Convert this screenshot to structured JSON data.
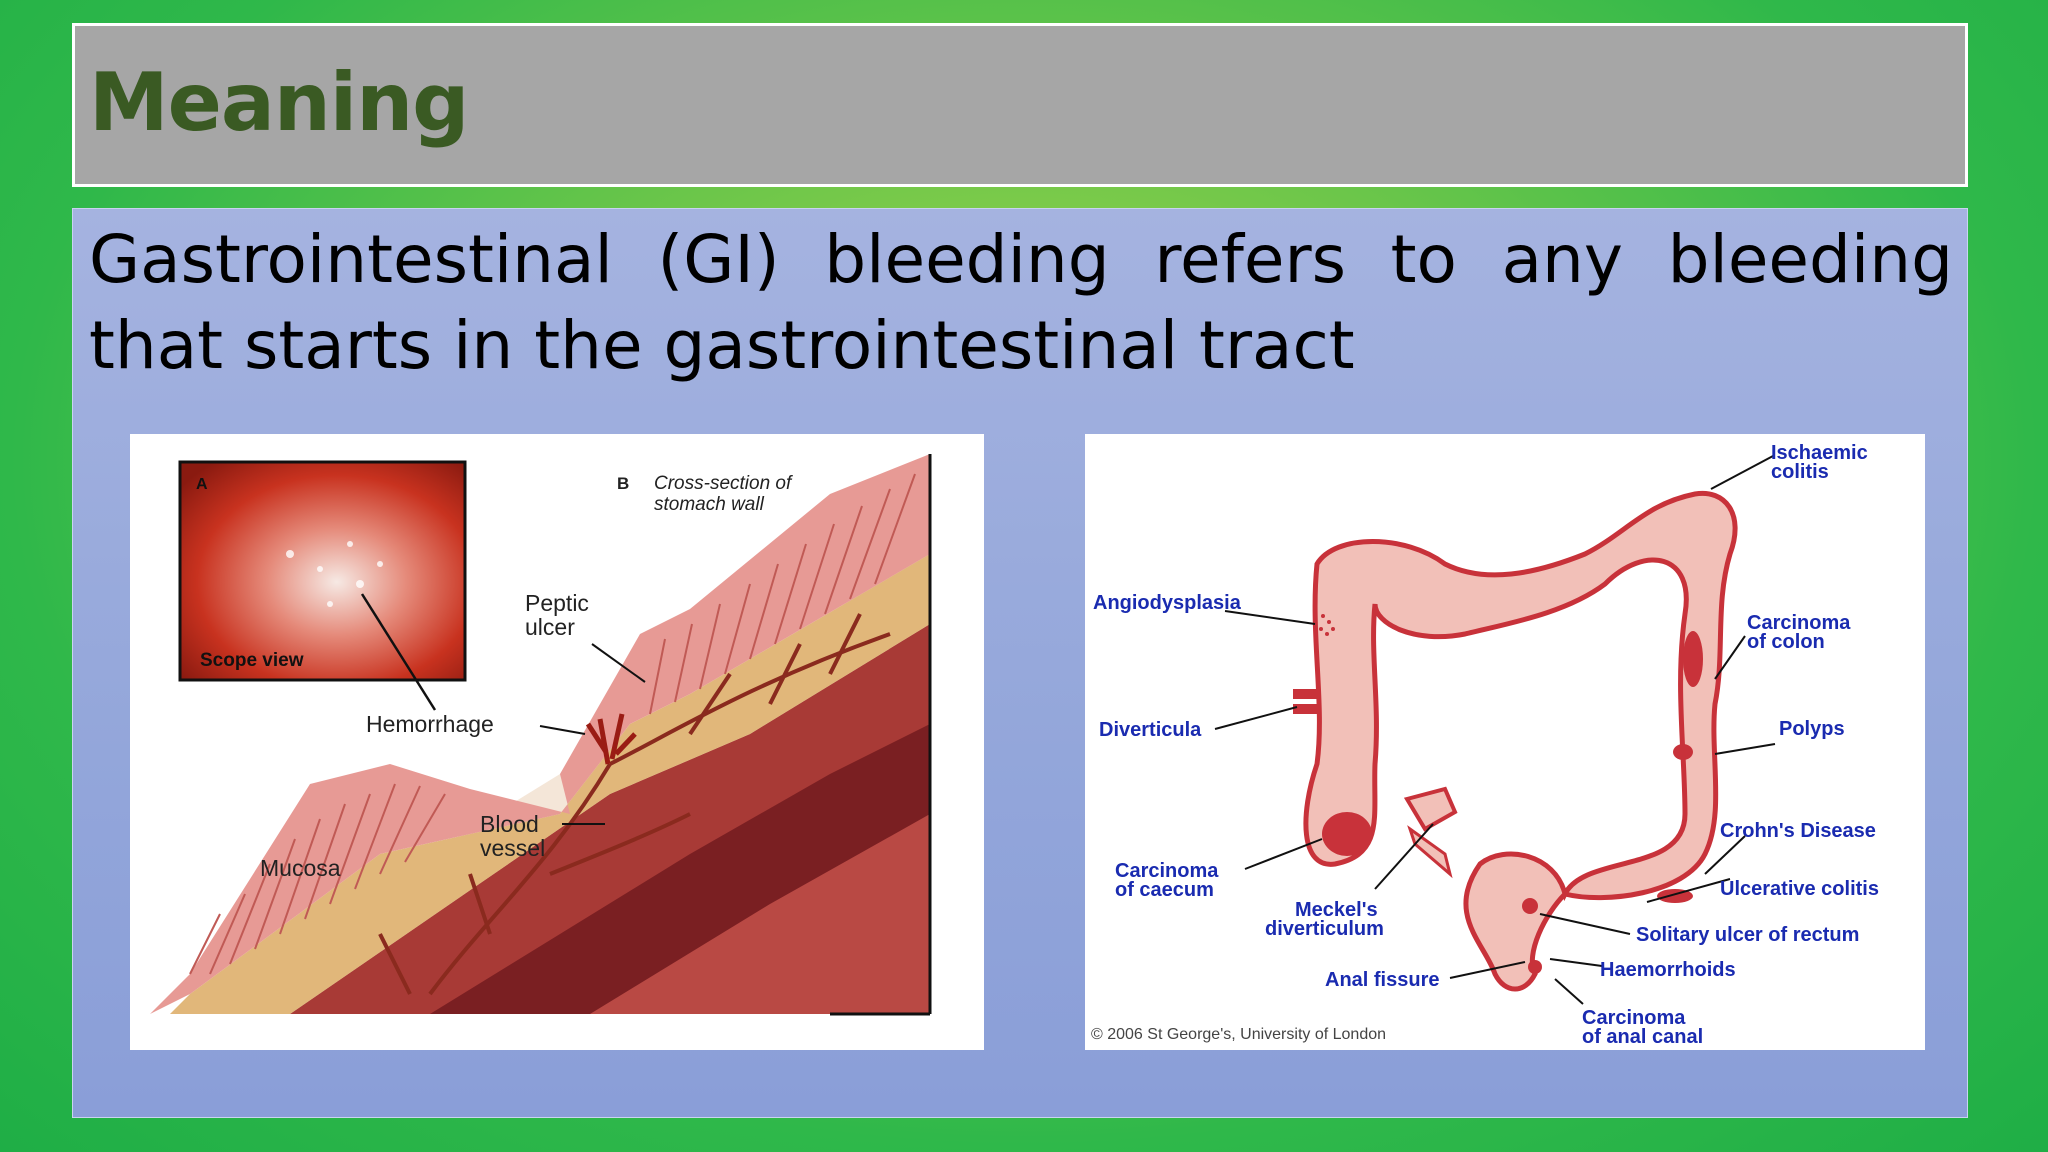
{
  "title": "Meaning",
  "body": "Gastrointestinal (GI) bleeding refers to any bleeding that starts in the gastrointestinal tract",
  "figure1": {
    "label_a": "A",
    "scope_view": "Scope view",
    "label_b": "B",
    "cross_section_line1": "Cross-section of",
    "cross_section_line2": "stomach wall",
    "peptic_line1": "Peptic",
    "peptic_line2": "ulcer",
    "hemorrhage": "Hemorrhage",
    "blood_line1": "Blood",
    "blood_line2": "vessel",
    "mucosa": "Mucosa"
  },
  "figure2": {
    "ischaemic_line1": "Ischaemic",
    "ischaemic_line2": "colitis",
    "angiodysplasia": "Angiodysplasia",
    "carcinoma_colon_line1": "Carcinoma",
    "carcinoma_colon_line2": "of colon",
    "diverticula": "Diverticula",
    "polyps": "Polyps",
    "crohns": "Crohn's Disease",
    "ulcerative": "Ulcerative colitis",
    "caecum_line1": "Carcinoma",
    "caecum_line2": "of caecum",
    "meckels_line1": "Meckel's",
    "meckels_line2": "diverticulum",
    "solitary": "Solitary ulcer of rectum",
    "haemorrhoids": "Haemorrhoids",
    "anal_fissure": "Anal fissure",
    "anal_canal_line1": "Carcinoma",
    "anal_canal_line2": "of anal canal",
    "copyright": "© 2006 St George's, University of London"
  },
  "colors": {
    "title_bar": "#a6a6a6",
    "title_text": "#3a5a23",
    "content_bg": "#9aacdc",
    "label_blue": "#1a2bb0",
    "colon_fill": "#f2c0b8",
    "colon_outline": "#c8323a"
  }
}
